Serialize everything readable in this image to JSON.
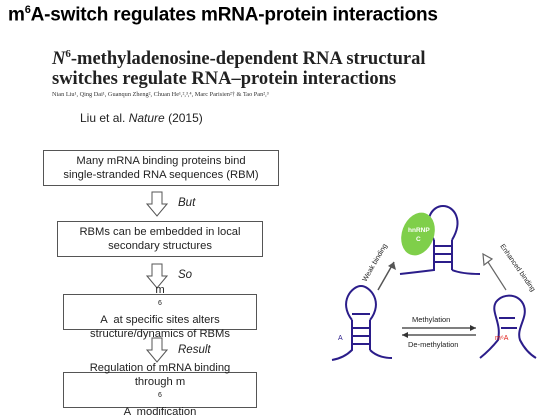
{
  "slide_title": {
    "prefix": "m",
    "sup": "6",
    "suffix": "A-switch regulates mRNA-protein interactions"
  },
  "paper": {
    "title_line1_italic": "N",
    "title_line1_sup": "6",
    "title_line1_rest": "-methyladenosine-dependent RNA structural",
    "title_line2": "switches regulate RNA–protein interactions",
    "authors": "Nian Liu¹, Qing Dai¹, Guanqun Zheng², Chuan He¹,²,³,⁴, Marc Parisien²† & Tao Pan²,³"
  },
  "citation": {
    "prefix": "Liu et al. ",
    "journal": "Nature",
    "year": " (2015)"
  },
  "flow": {
    "boxes": [
      {
        "line1": "Many mRNA binding proteins bind",
        "line2": "single-stranded RNA sequences (RBM)"
      },
      {
        "line1": "RBMs can be embedded in local",
        "line2": "secondary structures"
      },
      {
        "line1_pre": "m",
        "line1_sup": "6",
        "line1_post": "A  at specific sites alters",
        "line2": "structure/dynamics of RBMs"
      },
      {
        "line1": "Regulation of mRNA binding",
        "line2_pre": "through m",
        "line2_sup": "6",
        "line2_post": "A  modification"
      }
    ],
    "connectors": [
      "But",
      "So",
      "Result"
    ]
  },
  "diagram": {
    "protein_label_line1": "hnRNP",
    "protein_label_line2": "C",
    "weak_binding": "Weak binding",
    "enhanced_binding": "Enhanced binding",
    "methylation": "Methylation",
    "demethylation": "De-methylation",
    "a_label": "A",
    "m6a_label": "m⁶A",
    "colors": {
      "rna": "#2b1d8a",
      "protein": "#7fcf4a",
      "m6a": "#e0201a",
      "arrow_outline": "#666666"
    }
  }
}
